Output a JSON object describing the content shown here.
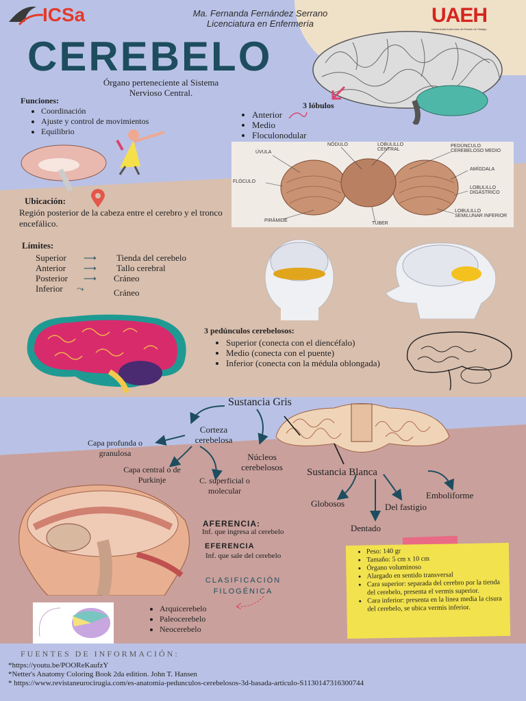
{
  "header": {
    "logo_left": "ICSa",
    "author": "Ma. Fernanda Fernández Serrano",
    "program": "Licenciatura en Enfermería",
    "logo_right": "UAEH",
    "logo_right_sub": "Universidad Autónoma del Estado de Hidalgo"
  },
  "title": "CEREBELO",
  "intro": "Órgano perteneciente al Sistema Nervioso Central.",
  "funciones": {
    "heading": "Funciones:",
    "items": [
      "Coordinación",
      "Ajuste y control de movimientos",
      "Equilibrio"
    ]
  },
  "lobulos": {
    "heading": "3 lóbulos",
    "items": [
      "Anterior",
      "Medio",
      "Floculonodular"
    ]
  },
  "diagram_labels": {
    "uvula": "ÚVULA",
    "nodulo": "NÓDULO",
    "lobulillo_central": "LOBULILLO CENTRAL",
    "pedunculo": "PEDÚNCULO CEREBELOSO MEDIO",
    "amigdala": "AMÍGDALA",
    "flocculo": "FLÓCULO",
    "lobulillo_digastrico": "LOBULILLO DIGÁSTRICO",
    "piramide": "PIRÁMIDE",
    "tuber": "TÚBER",
    "lobulillo_semilunar": "LOBULILLO SEMILUNAR INFERIOR"
  },
  "ubicacion": {
    "heading": "Ubicación:",
    "text": "Región posterior de la cabeza entre el cerebro y el tronco encefálico."
  },
  "limites": {
    "heading": "Límites:",
    "rows": [
      {
        "left": "Superior",
        "right": "Tienda del cerebelo"
      },
      {
        "left": "Anterior",
        "right": "Tallo cerebral"
      },
      {
        "left": "Posterior",
        "right": "Cráneo"
      },
      {
        "left": "Inferior",
        "right": "Cráneo"
      }
    ]
  },
  "pedunculos": {
    "heading": "3 pedúnculos cerebelosos:",
    "items": [
      "Superior (conecta con el diencéfalo)",
      "Medio (conecta con el puente)",
      "Inferior (conecta con la médula oblongada)"
    ]
  },
  "sustancia": {
    "gris": "Sustancia Gris",
    "corteza": "Corteza cerebelosa",
    "capa_profunda": "Capa profunda o granulosa",
    "capa_central": "Capa central o de Purkinje",
    "c_superficial": "C. superficial o molecular",
    "nucleos": "Núcleos cerebelosos",
    "blanca": "Sustancia Blanca",
    "globosos": "Globosos",
    "dentado": "Dentado",
    "fastigio": "Del fastigio",
    "emboliforme": "Emboliforme"
  },
  "aferencia": {
    "heading": "AFERENCIA:",
    "text": "Inf. que ingresa al cerebelo"
  },
  "eferencia": {
    "heading": "EFERENCIA",
    "text": "Inf. que sale del cerebelo"
  },
  "clasificacion": {
    "heading": "CLASIFICACIÓN FILOGÉNICA",
    "items": [
      "Arquicerebelo",
      "Paleocerebelo",
      "Neocerebelo"
    ]
  },
  "note": {
    "items": [
      "Peso: 140 gr",
      "Tamaño: 5 cm x 10 cm",
      "Órgano voluminoso",
      "Alargado en sentido transversal",
      "Cara superior: separada del cerebro por la tienda del cerebelo, presenta el vermis superior.",
      "Cara inferior: presenta en la linea media la cisura del cerebelo, se ubica vermis inferior."
    ]
  },
  "fuentes": {
    "heading": "FUENTES DE INFORMACIÓN:",
    "items": [
      "*https://youtu.be/POOReKaufzY",
      "*Netter's Anatomy Coloring Book  2da edition. John T. Hansen",
      "* https://www.revistaneurocirugia.com/es-anatomia-pedunculos-cerebelosos-3d-basada-articulo-S1130147316300744"
    ]
  },
  "colors": {
    "accent": "#1d4d5f",
    "logo_red": "#e23a2a",
    "note_yellow": "#f2e24e",
    "tan": "#d9bfae",
    "rose": "#c9a09c",
    "blue": "#b9c2e6"
  }
}
